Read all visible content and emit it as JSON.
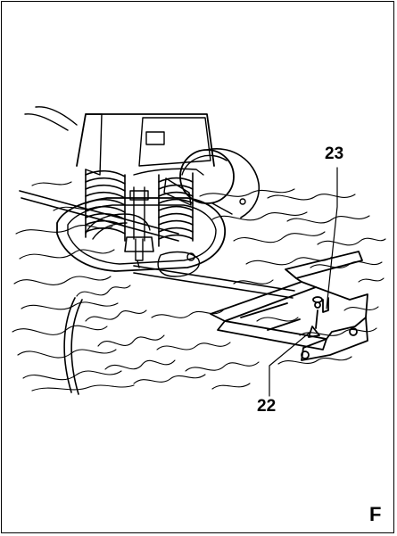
{
  "figure": {
    "letter": "F",
    "callouts": [
      {
        "id": "22",
        "text": "22"
      },
      {
        "id": "23",
        "text": "23"
      }
    ]
  },
  "colors": {
    "ink": "#000000",
    "paper": "#ffffff"
  },
  "icons": [
    "router-illustration-icon",
    "wood-grain-pattern",
    "parallel-guide-icon",
    "guide-rod-icon"
  ]
}
